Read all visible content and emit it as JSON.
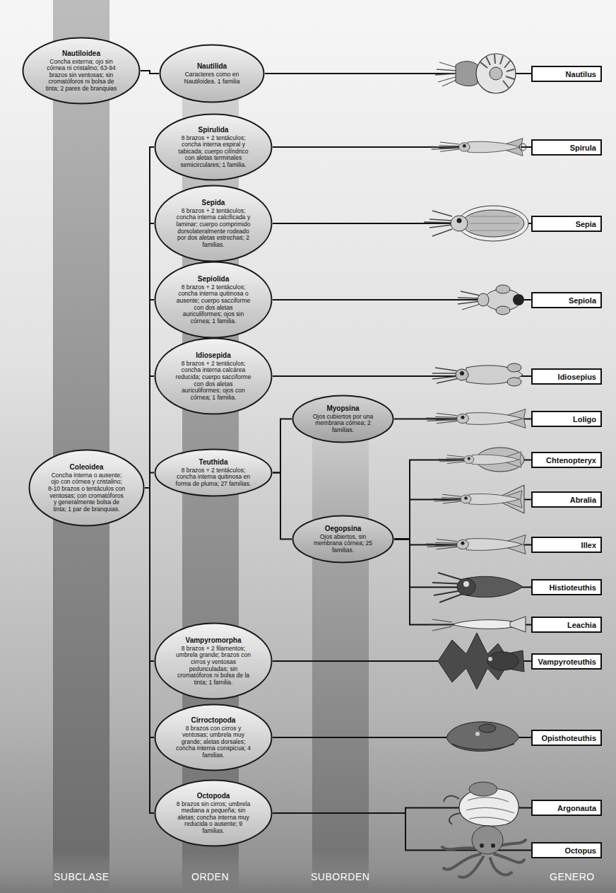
{
  "diagram": {
    "nodes": [
      {
        "text": [
          "Nautiloidea",
          "Concha externa; ojo sin córnea ni cristalino; 63-94 brazos sin ventosas; sin cromatóforos ni bolsa de tinta; 2 pares de branquias"
        ]
      },
      {
        "text": [
          "Nautilida",
          "Caracteres como en Nautiloidea. 1 familia"
        ]
      },
      {
        "text": [
          "Nautilus"
        ]
      },
      {
        "text": [
          "Coleoidea",
          "Concha interna o ausente; ojo con córnea y cristalino; 8-10 brazos o tentáculos con ventosas; con cromatóforos y generalmente bolsa de tinta; 1 par de branquias."
        ]
      },
      {
        "text": [
          "Spirulida",
          "8 brazos + 2 tentáculos; concha interna espiral y tabicada; cuerpo cilíndrico con aletas terminales semicirculares; 1 familia."
        ]
      },
      {
        "text": [
          "Spirula"
        ]
      },
      {
        "text": [
          "Sepida",
          "8 brazos + 2 tentáculos; concha interna calcificada y laminar; cuerpo comprimido dorsolateralmente rodeado por dos aletas estrechas; 2 familias."
        ]
      },
      {
        "text": [
          "Sepia"
        ]
      },
      {
        "text": [
          "Sepiolida",
          "8 brazos + 2 tentáculos; concha interna quitinosa o ausente; cuerpo sacciforme con dos aletas auriculiformes; ojos sin córnea; 1 familia."
        ]
      },
      {
        "text": [
          "Sepiola"
        ]
      },
      {
        "text": [
          "Idiosepida",
          "8 brazos + 2 tentáculos; concha interna calcárea reducida; cuerpo sacciforme con dos aletas auriculiformes; ojos con córnea; 1 familia."
        ]
      },
      {
        "text": [
          "Idiosepius"
        ]
      },
      {
        "text": [
          "Teuthida",
          "8 brazos + 2 tentáculos; concha interna quitinosa en forma de pluma; 27 familias."
        ]
      },
      {
        "text": [
          "Myopsina",
          "Ojos cubiertos por una membrana córnea; 2 familias."
        ]
      },
      {
        "text": [
          "Loligo"
        ]
      },
      {
        "text": [
          "Oegopsina",
          "Ojos abiertos, sin membrana córnea; 25 familias."
        ]
      },
      {
        "text": [
          "Chtenopteryx"
        ]
      },
      {
        "text": [
          "Abralia"
        ]
      },
      {
        "text": [
          "Illex"
        ]
      },
      {
        "text": [
          "Histioteuthis"
        ]
      },
      {
        "text": [
          "Leachia"
        ]
      },
      {
        "text": [
          "Vampyromorpha",
          "8 brazos + 2 filamentos; umbrela grande; brazos con cirros y ventosas pedunculadas; sin cromatóforos ni bolsa de la tinta; 1 familia."
        ]
      },
      {
        "text": [
          "Vampyroteuthis"
        ]
      },
      {
        "text": [
          "Cirroctopoda",
          "8 brazos con cirros y ventosas; umbrela muy grande; aletas dorsales; concha interna conspicua; 4 familias."
        ]
      },
      {
        "text": [
          "Opisthoteuthis"
        ]
      },
      {
        "text": [
          "Octopoda",
          "8 brazos sin cirros; umbrela mediana a pequeña; sin aletas; concha interna muy reducida o ausente; 9 familias."
        ]
      },
      {
        "text": [
          "Argonauta"
        ]
      },
      {
        "text": [
          "Octopus"
        ]
      }
    ],
    "edges": [
      {
        "from": 0,
        "to": 1,
        "arrow": "none"
      },
      {
        "from": 1,
        "to": 2,
        "arrow": "none"
      },
      {
        "from": 3,
        "to": 4,
        "arrow": "none"
      },
      {
        "from": 4,
        "to": 5,
        "arrow": "none"
      },
      {
        "from": 3,
        "to": 6,
        "arrow": "none"
      },
      {
        "from": 6,
        "to": 7,
        "arrow": "none"
      },
      {
        "from": 3,
        "to": 8,
        "arrow": "none"
      },
      {
        "from": 8,
        "to": 9,
        "arrow": "none"
      },
      {
        "from": 3,
        "to": 10,
        "arrow": "none"
      },
      {
        "from": 10,
        "to": 11,
        "arrow": "none"
      },
      {
        "from": 3,
        "to": 12,
        "arrow": "none"
      },
      {
        "from": 12,
        "to": 13,
        "arrow": "none"
      },
      {
        "from": 13,
        "to": 14,
        "arrow": "none"
      },
      {
        "from": 12,
        "to": 15,
        "arrow": "none"
      },
      {
        "from": 15,
        "to": 16,
        "arrow": "none"
      },
      {
        "from": 15,
        "to": 17,
        "arrow": "none"
      },
      {
        "from": 15,
        "to": 18,
        "arrow": "none"
      },
      {
        "from": 15,
        "to": 19,
        "arrow": "none"
      },
      {
        "from": 15,
        "to": 20,
        "arrow": "none"
      },
      {
        "from": 3,
        "to": 21,
        "arrow": "none"
      },
      {
        "from": 21,
        "to": 22,
        "arrow": "none"
      },
      {
        "from": 3,
        "to": 23,
        "arrow": "none"
      },
      {
        "from": 23,
        "to": 24,
        "arrow": "none"
      },
      {
        "from": 3,
        "to": 25,
        "arrow": "none"
      },
      {
        "from": 25,
        "to": 26,
        "arrow": "none"
      },
      {
        "from": 25,
        "to": 27,
        "arrow": "none"
      }
    ],
    "labels": [
      "SUBCLASE",
      "ORDEN",
      "SUBORDEN",
      "GENERO"
    ]
  }
}
